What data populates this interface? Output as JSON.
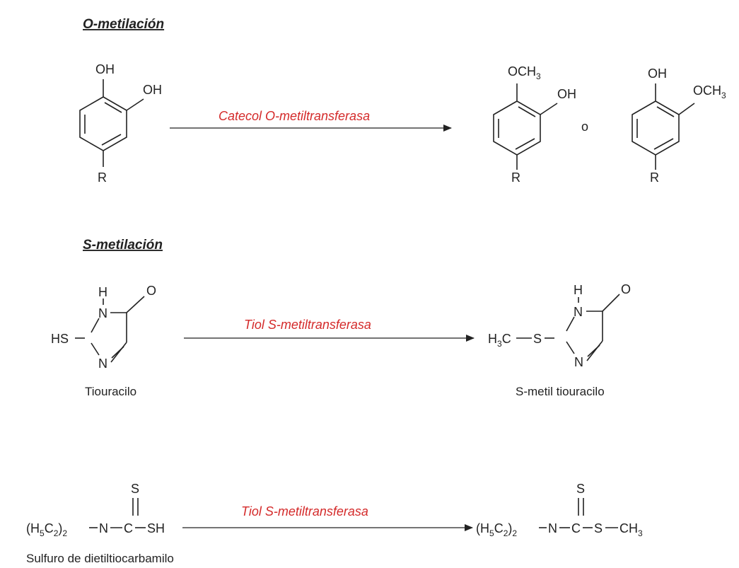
{
  "sections": {
    "o_methylation": {
      "title": "O-metilación"
    },
    "s_methylation": {
      "title": "S-metilación"
    }
  },
  "colors": {
    "enzyme": "#d42a2a",
    "ink": "#222222"
  },
  "reactions": [
    {
      "id": "catechol",
      "enzyme": "Catecol O-metiltransferasa",
      "substrate": {
        "oh_top": "OH",
        "oh_side": "OH",
        "r": "R"
      },
      "products": [
        {
          "och3_top": "OCH",
          "och3_top_sub": "3",
          "oh_side": "OH",
          "r": "R"
        },
        {
          "oh_top": "OH",
          "och3_side": "OCH",
          "och3_side_sub": "3",
          "r": "R"
        }
      ],
      "connector": "o"
    },
    {
      "id": "thiouracil",
      "enzyme": "Tiol S-metiltransferasa",
      "substrate": {
        "h": "H",
        "n1": "N",
        "o": "O",
        "sh": "HS",
        "n2": "N",
        "caption": "Tiouracilo"
      },
      "product": {
        "h": "H",
        "n1": "N",
        "o": "O",
        "h3c_h": "H",
        "h3c_sub": "3",
        "h3c_c": "C",
        "s": "S",
        "n2": "N",
        "caption": "S-metil tiouracilo"
      }
    },
    {
      "id": "dithiocarbamate",
      "enzyme": "Tiol S-metiltransferasa",
      "substrate": {
        "s": "S",
        "lhs_open": "(H",
        "lhs_5": "5",
        "lhs_c": "C",
        "lhs_2": "2",
        "lhs_close": ")",
        "lhs_2b": "2",
        "n": "N",
        "c": "C",
        "sh": "SH",
        "caption": "Sulfuro de dietiltiocarbamilo"
      },
      "product": {
        "s": "S",
        "lhs_open": "(H",
        "lhs_5": "5",
        "lhs_c": "C",
        "lhs_2": "2",
        "lhs_close": ")",
        "lhs_2b": "2",
        "n": "N",
        "c": "C",
        "s2": "S",
        "ch": "CH",
        "ch_sub": "3"
      }
    }
  ]
}
